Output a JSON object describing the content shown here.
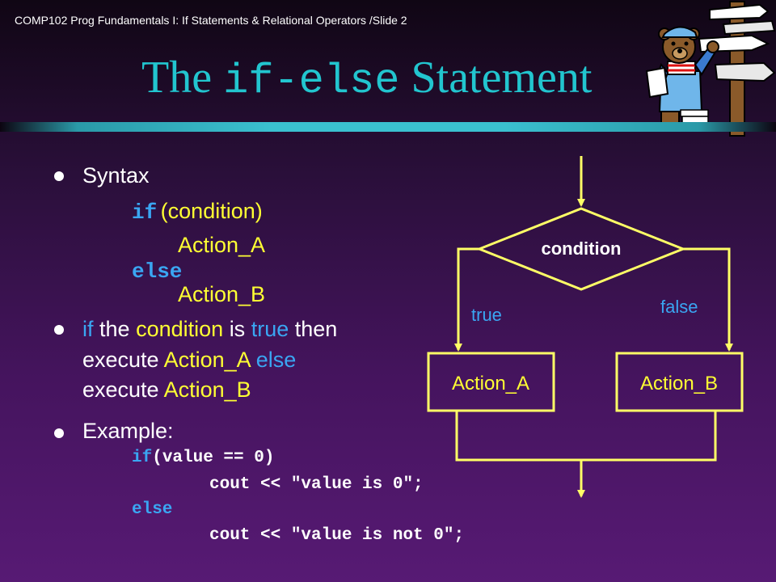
{
  "slide": {
    "header": "COMP102 Prog Fundamentals I: If Statements & Relational Operators /Slide 2",
    "title_pre": "The ",
    "title_code": "if-else",
    "title_post": " Statement"
  },
  "bullets": {
    "syntax_label": "Syntax",
    "syntax_if": "if",
    "syntax_cond": "(condition)",
    "syntax_action_a": "Action_A",
    "syntax_else": "else",
    "syntax_action_b": "Action_B",
    "desc_if": "if",
    "desc_the": "the",
    "desc_condition": "condition",
    "desc_is": "is",
    "desc_true": "true",
    "desc_then": "then",
    "desc_execute1": "execute",
    "desc_action_a": "Action_A",
    "desc_else": "else",
    "desc_execute2": "execute",
    "desc_action_b": "Action_B",
    "example_label": "Example:",
    "code_if_kw": "if",
    "code_if_rest": "(value == 0)",
    "code_line2": "cout << \"value is 0\";",
    "code_else": "else",
    "code_line4": "cout << \"value is not 0\";"
  },
  "flowchart": {
    "condition": "condition",
    "true_label": "true",
    "false_label": "false",
    "action_a": "Action_A",
    "action_b": "Action_B"
  },
  "colors": {
    "title": "#22c5cf",
    "yellow": "#ffff33",
    "keyword_blue": "#3aa6f2",
    "flow_line": "#ffff66"
  }
}
